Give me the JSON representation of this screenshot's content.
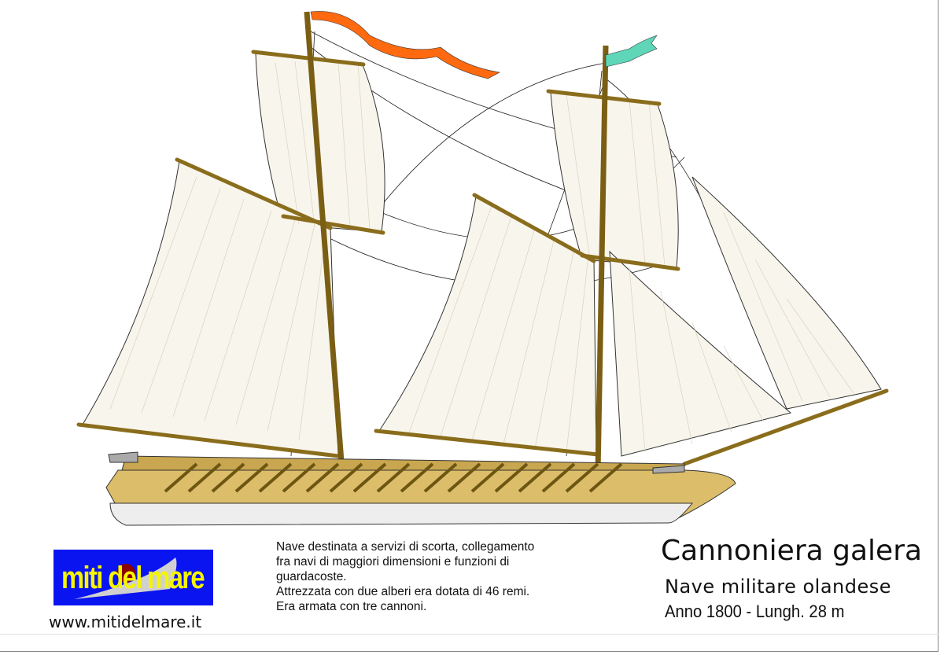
{
  "title": "Cannoniera galera",
  "subtitle": "Nave militare olandese",
  "info": "Anno 1800 - Lungh. 28 m",
  "description": [
    "Nave destinata a servizi di scorta, collegamento",
    "fra navi di maggiori dimensioni e funzioni di",
    "guardacoste.",
    "Attrezzata con due alberi era dotata di 46 remi.",
    "Era armata con tre cannoni."
  ],
  "logo": {
    "text": "miti del mare",
    "bg": "#0a14f0",
    "fg": "#f5f500"
  },
  "website": "www.mitidelmare.it",
  "colors": {
    "sail": "#f8f5ec",
    "wood": "#b8962e",
    "hull": "#dcbd6a",
    "flag_main": "#ff6a10",
    "flag_fore": "#5fd6b8"
  }
}
